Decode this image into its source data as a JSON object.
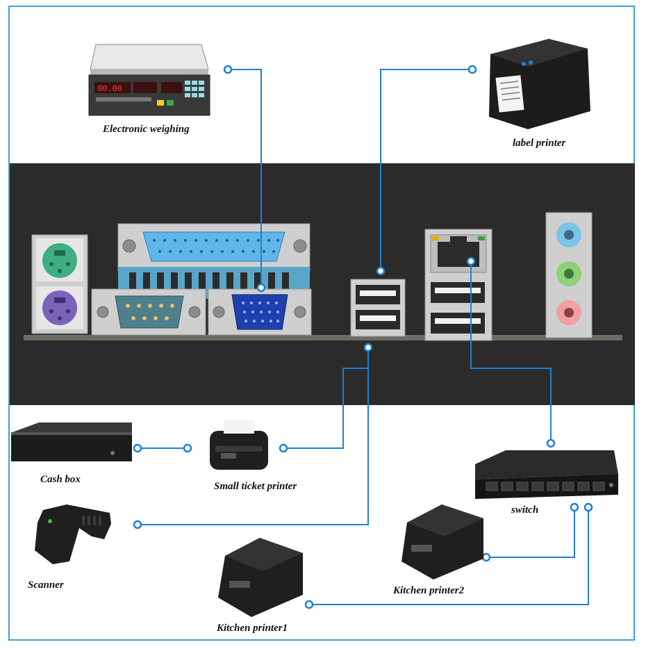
{
  "colors": {
    "frame": "#3aa0d8",
    "connector_line": "#1e7fd6",
    "panel_bg": "#2b2b2b",
    "device_dark": "#1c1c1c"
  },
  "labels": {
    "scale": "Electronic weighing",
    "label_printer": "label printer",
    "cash_box": "Cash box",
    "small_ticket_printer": "Small ticket printer",
    "scanner": "Scanner",
    "switch": "switch",
    "kitchen_printer1": "Kitchen printer1",
    "kitchen_printer2": "Kitchen printer2"
  },
  "icons": {
    "scale": "electronic-scale-icon",
    "label_printer": "label-printer-icon",
    "cash_box": "cash-drawer-icon",
    "ticket_printer": "receipt-printer-icon",
    "scanner": "barcode-scanner-icon",
    "switch": "network-switch-icon",
    "kitchen_printer": "receipt-printer-icon"
  }
}
